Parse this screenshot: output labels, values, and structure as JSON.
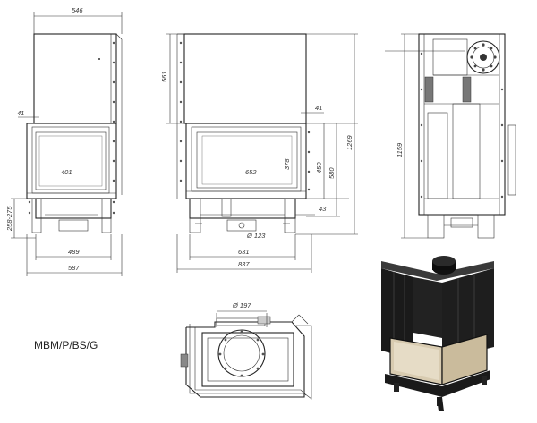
{
  "model": "MBM/P/BS/G",
  "front_view": {
    "dims": {
      "width_top": "546",
      "side_41": "41",
      "glass_width": "401",
      "base_height": "258-275",
      "inner_width": "489",
      "total_width": "587"
    }
  },
  "side_view": {
    "dims": {
      "top_height": "561",
      "side_41": "41",
      "glass_width": "652",
      "glass_height": "378",
      "h450": "450",
      "h580": "580",
      "total_height": "1269",
      "side_43": "43",
      "flue_diameter": "Ø 123",
      "width_631": "631",
      "width_837": "837"
    }
  },
  "profile_view": {
    "dims": {
      "height": "1159"
    }
  },
  "top_view": {
    "dims": {
      "flue_diameter": "Ø 197"
    }
  },
  "colors": {
    "line": "#333333",
    "stove_body": "#1a1a1a",
    "glass": "#d8cbb0"
  }
}
